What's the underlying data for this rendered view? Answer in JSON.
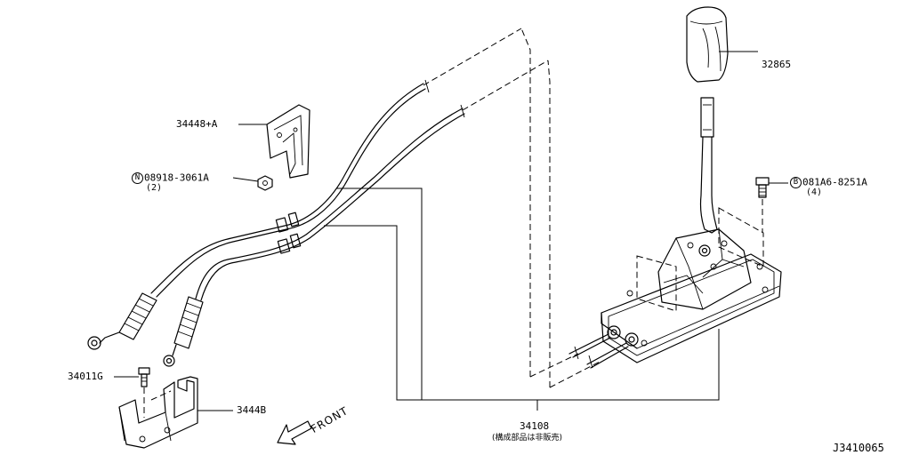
{
  "labels": {
    "knob": "32865",
    "bolt_b": "081A6-8251A",
    "bolt_b_prefix": "B",
    "bolt_b_qty": "(4)",
    "bracket": "34448+A",
    "nut_n": "08918-3061A",
    "nut_n_prefix": "N",
    "nut_n_qty": "(2)",
    "bolt_g": "34011G",
    "bracket_b": "3444B",
    "cable_assy": "34108",
    "cable_note": "(構成部品は非販売)",
    "front": "FRONT",
    "drawing_id": "J3410065"
  }
}
